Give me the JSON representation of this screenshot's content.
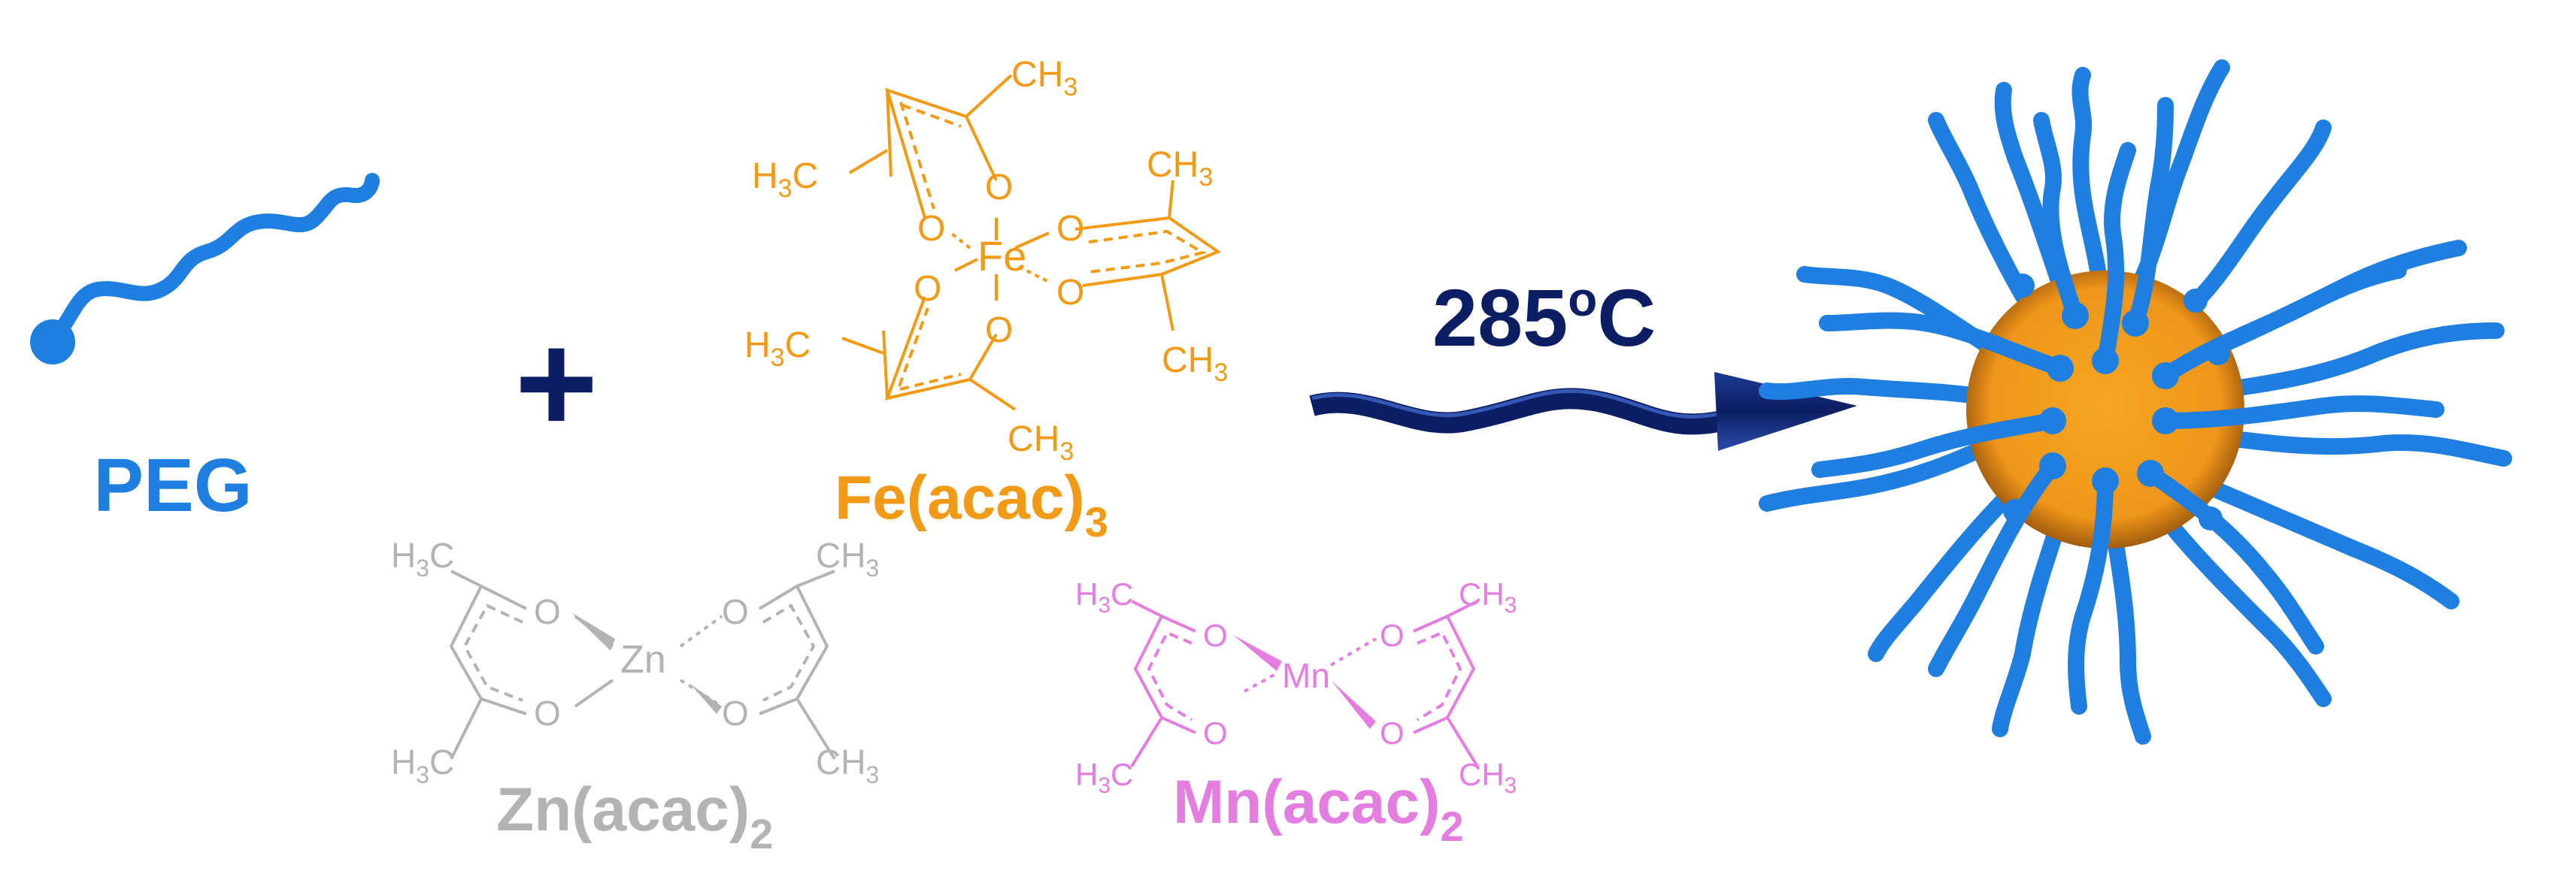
{
  "colors": {
    "peg": "#1e7fe0",
    "fe": "#f29a16",
    "zn": "#b3b3b3",
    "mn": "#e37ee0",
    "arrow": "#0c1e63",
    "arrow_edge": "#2b4aa8",
    "plus": "#0c1e63",
    "core": "#f19a1c",
    "core_dark": "#a15a0a"
  },
  "labels": {
    "peg": "PEG",
    "plus": "+",
    "temperature_main": "285",
    "temperature_super": "o",
    "temperature_unit": "C",
    "fe_name": "Fe(acac)",
    "fe_sub": "3",
    "zn_name": "Zn(acac)",
    "zn_sub": "2",
    "mn_name": "Mn(acac)",
    "mn_sub": "2"
  },
  "fe_complex": {
    "metal": "Fe",
    "oxygen": "O",
    "ch3": "CH",
    "h3": "H",
    "c": "C",
    "sub3": "3"
  },
  "zn_complex": {
    "metal": "Zn",
    "oxygen": "O",
    "ch3": "CH",
    "h3": "H",
    "c": "C",
    "sub3": "3"
  },
  "mn_complex": {
    "metal": "Mn",
    "oxygen": "O",
    "ch3": "CH",
    "h3": "H",
    "c": "C",
    "sub3": "3"
  }
}
